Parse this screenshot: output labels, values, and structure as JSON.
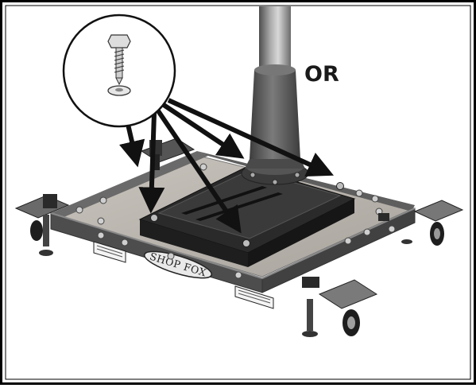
{
  "figure": {
    "or_label": "OR",
    "brand_plate": "SHOP FOX",
    "icons": [
      "lag-screw-with-washer",
      "bolt-washers-nut-assembly",
      "pointer-arrow"
    ],
    "colors": {
      "frame": "#5a5a5a",
      "plywood": "#b9b4ad",
      "base": "#2e2e2e",
      "column": "#8a8a8a",
      "arrow": "#111111",
      "border": "#000000"
    }
  }
}
